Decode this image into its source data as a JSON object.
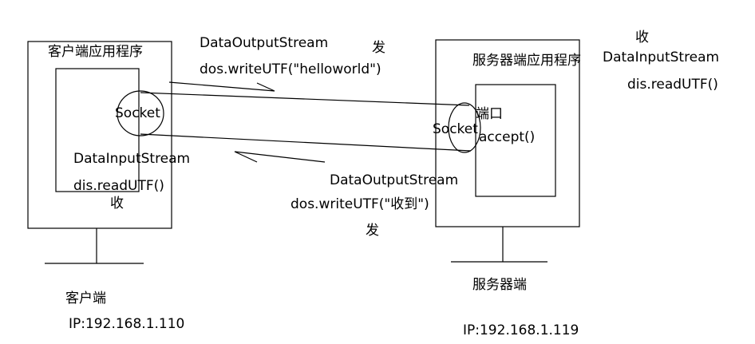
{
  "client": {
    "app_title": "客户端应用程序",
    "socket_label": "Socket",
    "input_stream": "DataInputStream",
    "read_call": "dis.readUTF()",
    "receive_label": "收",
    "device_label": "客户端",
    "ip": "IP:192.168.1.110"
  },
  "server": {
    "app_title": "服务器端应用程序",
    "port_label": "端口",
    "socket_label": "Socket",
    "accept_call": "accept()",
    "receive_label": "收",
    "input_stream": "DataInputStream",
    "read_call": "dis.readUTF()",
    "device_label": "服务器端",
    "ip": "IP:192.168.1.119"
  },
  "top_message": {
    "stream": "DataOutputStream",
    "call": "dos.writeUTF(\"helloworld\")",
    "send_label": "发"
  },
  "bottom_message": {
    "stream": "DataOutputStream",
    "call": "dos.writeUTF(\"收到\")",
    "send_label": "发"
  },
  "colors": {
    "ink": "#000000",
    "background": "#ffffff"
  }
}
